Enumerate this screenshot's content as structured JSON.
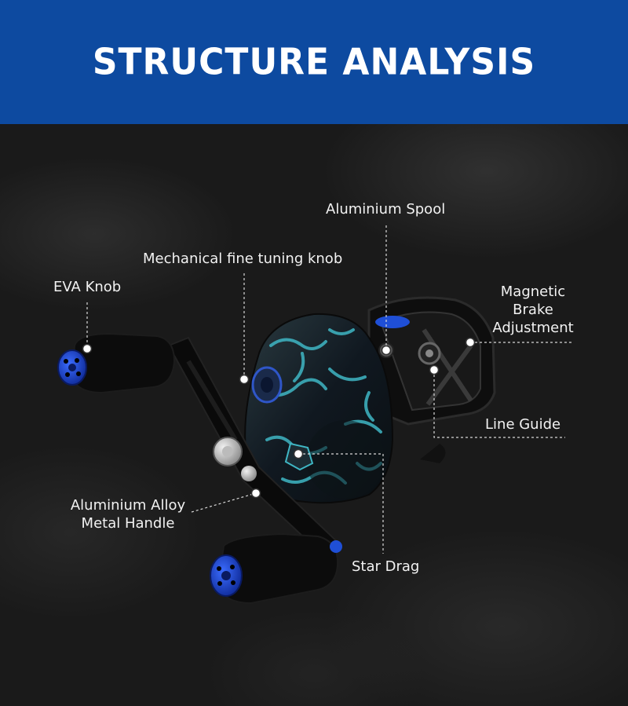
{
  "header": {
    "title": "STRUCTURE ANALYSIS"
  },
  "callouts": {
    "aluminium_spool": "Aluminium Spool",
    "fine_tuning_knob": "Mechanical fine tuning knob",
    "eva_knob": "EVA Knob",
    "magnetic_brake_line1": "Magnetic",
    "magnetic_brake_line2": "Brake",
    "magnetic_brake_line3": "Adjustment",
    "line_guide": "Line Guide",
    "handle_line1": "Aluminium Alloy",
    "handle_line2": "Metal Handle",
    "star_drag": "Star Drag"
  },
  "colors": {
    "banner": "#0d4aa0",
    "accent_blue": "#1f4fd6",
    "camo_teal": "#3fb6c4"
  }
}
